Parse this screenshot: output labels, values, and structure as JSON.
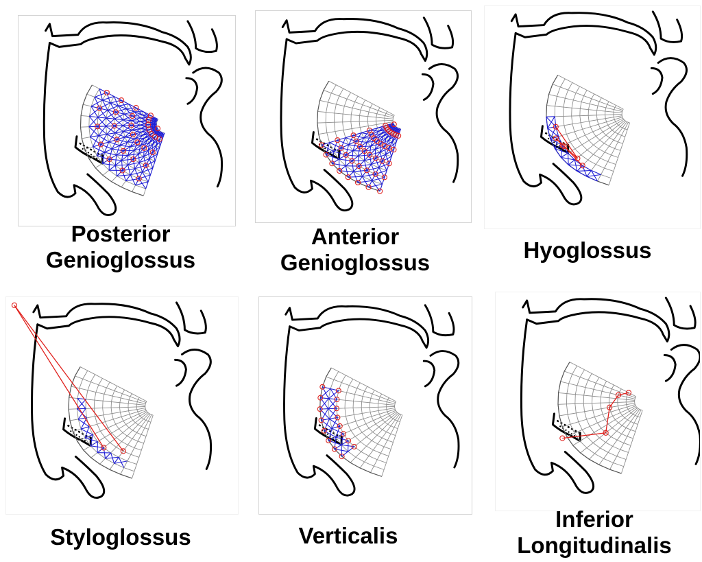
{
  "panels": [
    {
      "id": "posterior-genioglossus",
      "label_lines": [
        "Posterior",
        "Genioglossus"
      ]
    },
    {
      "id": "anterior-genioglossus",
      "label_lines": [
        "Anterior",
        "Genioglossus"
      ]
    },
    {
      "id": "hyoglossus",
      "label_lines": [
        "Hyoglossus"
      ]
    },
    {
      "id": "styloglossus",
      "label_lines": [
        "Styloglossus"
      ]
    },
    {
      "id": "verticalis",
      "label_lines": [
        "Verticalis"
      ]
    },
    {
      "id": "inferior-longitudinalis",
      "label_lines": [
        "Inferior",
        "Longitudinalis"
      ]
    }
  ],
  "colors": {
    "outline": "#000000",
    "mesh": "#8c8c8c",
    "muscle_fiber": "#1f1fd6",
    "muscle_node": "#e0201c"
  }
}
